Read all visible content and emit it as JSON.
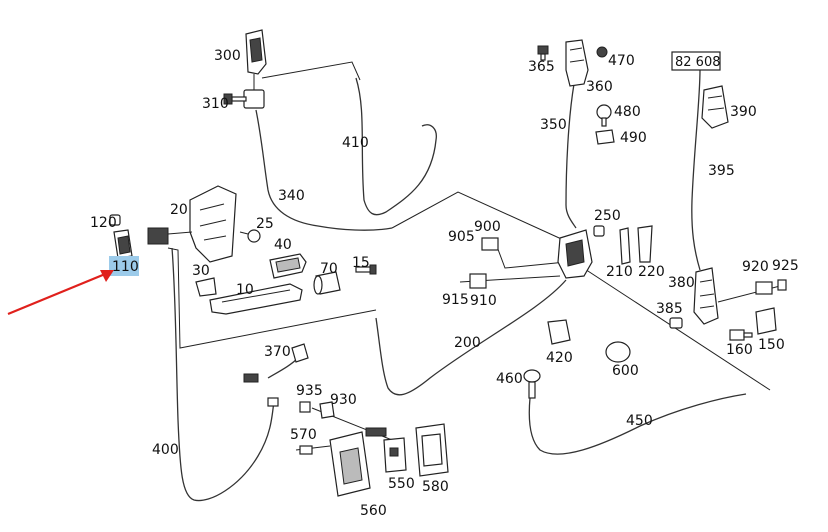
{
  "highlight_color": "#9ccbea",
  "arrow_color": "#e0201c",
  "reference_box": "82 608",
  "labels": {
    "p10": "10",
    "p15": "15",
    "p20": "20",
    "p25": "25",
    "p30": "30",
    "p40": "40",
    "p70": "70",
    "p110": "110",
    "p120": "120",
    "p150": "150",
    "p160": "160",
    "p200": "200",
    "p210": "210",
    "p220": "220",
    "p250": "250",
    "p300": "300",
    "p310": "310",
    "p340": "340",
    "p350": "350",
    "p360": "360",
    "p365": "365",
    "p370": "370",
    "p380": "380",
    "p385": "385",
    "p390": "390",
    "p395": "395",
    "p400": "400",
    "p410": "410",
    "p420": "420",
    "p450": "450",
    "p460": "460",
    "p470": "470",
    "p480": "480",
    "p490": "490",
    "p550": "550",
    "p560": "560",
    "p570": "570",
    "p580": "580",
    "p600": "600",
    "p900": "900",
    "p905": "905",
    "p910": "910",
    "p915": "915",
    "p920": "920",
    "p925": "925",
    "p930": "930",
    "p935": "935"
  }
}
